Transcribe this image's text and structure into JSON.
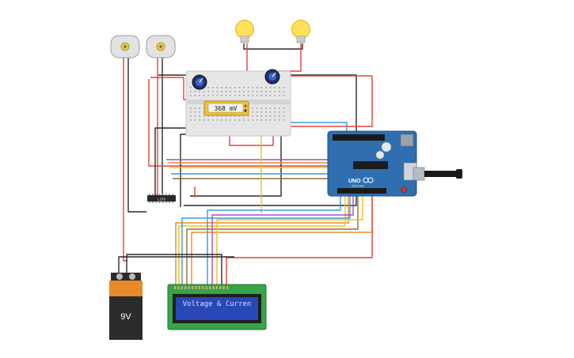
{
  "multimeter": {
    "reading": "368 mV"
  },
  "lcd": {
    "line1": "Voltage & Curren",
    "line2": ""
  },
  "battery": {
    "label": "9V"
  },
  "driver_chip": {
    "label": "L293"
  },
  "arduino": {
    "brand_text": "UNO",
    "sub_text": "ARDUINO"
  },
  "colors": {
    "wire_red": "#e0453a",
    "wire_black": "#2a2a2a",
    "wire_blue": "#3b9bd6",
    "wire_orange": "#f08a24",
    "wire_yellow": "#e8c51a",
    "wire_purple": "#a94bc9",
    "wire_brown": "#9a6a35",
    "arduino_blue": "#2f6fb0",
    "lcd_green": "#37a34a",
    "lcd_screen": "#2a47b8",
    "bulb_yellow": "#ffe15a"
  }
}
